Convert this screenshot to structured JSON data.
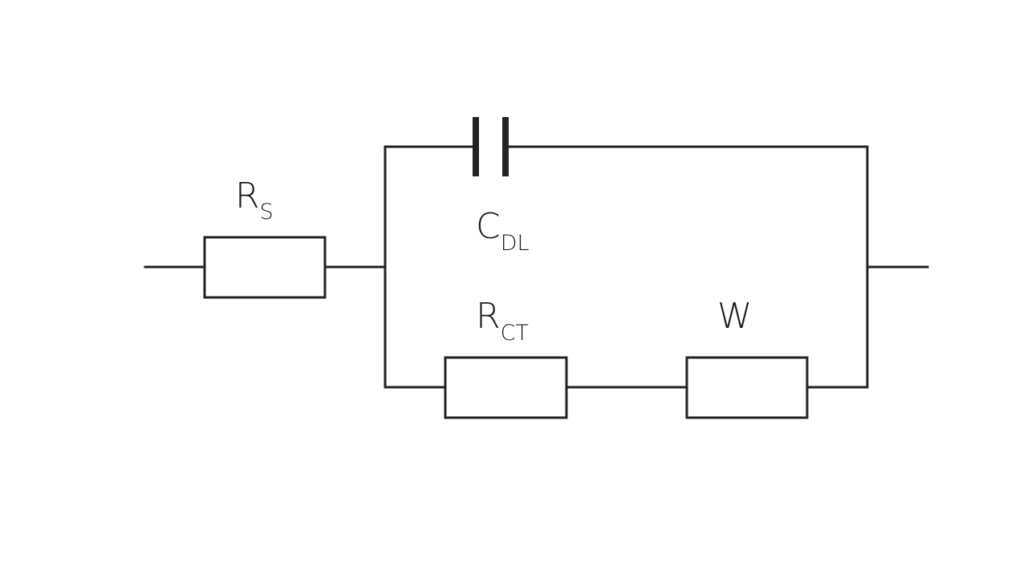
{
  "components": {
    "rs": {
      "main": "R",
      "sub": "S"
    },
    "cdl": {
      "main": "C",
      "sub": "DL"
    },
    "rct": {
      "main": "R",
      "sub": "CT"
    },
    "w": {
      "main": "W",
      "sub": ""
    }
  },
  "colors": {
    "line": "#222222",
    "text": "#1c1c1c",
    "background": "#ffffff"
  }
}
